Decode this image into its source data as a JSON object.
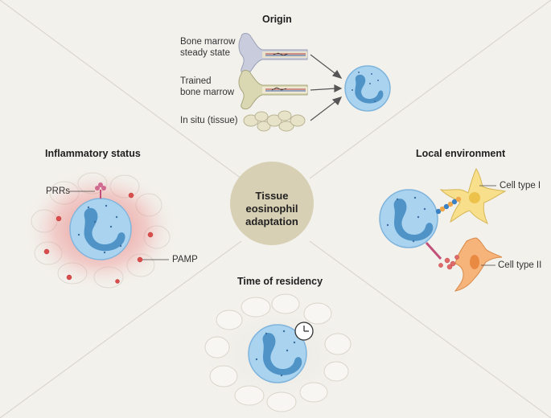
{
  "center": {
    "line1": "Tissue",
    "line2": "eosinophil",
    "line3": "adaptation"
  },
  "sections": {
    "origin": {
      "title": "Origin",
      "items": [
        {
          "line1": "Bone marrow",
          "line2": "steady state"
        },
        {
          "line1": "Trained",
          "line2": "bone marrow"
        },
        {
          "line1": "In situ (tissue)"
        }
      ]
    },
    "inflammatory": {
      "title": "Inflammatory status",
      "prrs": "PRRs",
      "pamp": "PAMP"
    },
    "local": {
      "title": "Local environment",
      "cell_type_1": "Cell type I",
      "cell_type_2": "Cell type II"
    },
    "residency": {
      "title": "Time of residency"
    }
  },
  "colors": {
    "background": "#f3f1ec",
    "center_disc": "#d8d0b4",
    "eosinophil_body": "#a9d3ef",
    "eosinophil_nucleus": "#4f93c7",
    "inflammation": "#e57373",
    "cell_type_1": "#f7df8c",
    "cell_type_2": "#f6b37a"
  }
}
